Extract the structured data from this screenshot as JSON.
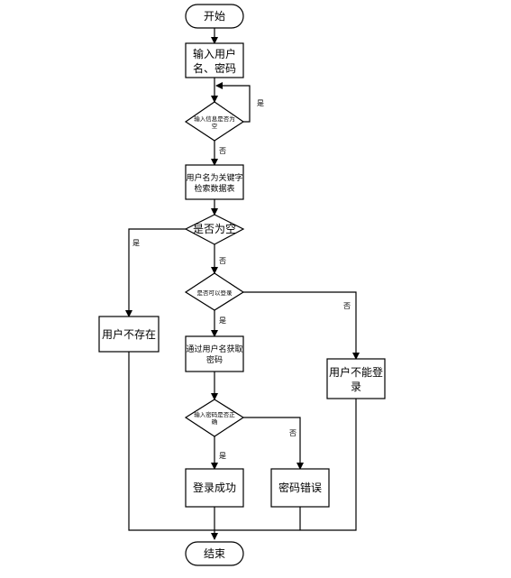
{
  "nodes": {
    "start": "开始",
    "input_line1": "输入用户",
    "input_line2": "名、密码",
    "check_empty_line1": "输入信息是否为",
    "check_empty_line2": "空",
    "search_line1": "用户名为关键字",
    "search_line2": "检索数据表",
    "is_empty": "是否为空",
    "can_login": "是否可以登录",
    "user_not_exist": "用户不存在",
    "get_pwd_line1": "通过用户名获取",
    "get_pwd_line2": "密码",
    "cannot_login_line1": "用户不能登",
    "cannot_login_line2": "录",
    "pwd_correct_line1": "输入密码是否正",
    "pwd_correct_line2": "确",
    "login_success": "登录成功",
    "pwd_error": "密码错误",
    "end": "结束"
  },
  "edges": {
    "yes_loop": "是",
    "no_after_check": "否",
    "yes_user_not_exist": "是",
    "no_after_empty": "否",
    "no_cannot_login": "否",
    "yes_after_can_login": "是",
    "no_pwd_error": "否",
    "yes_login_success": "是"
  }
}
